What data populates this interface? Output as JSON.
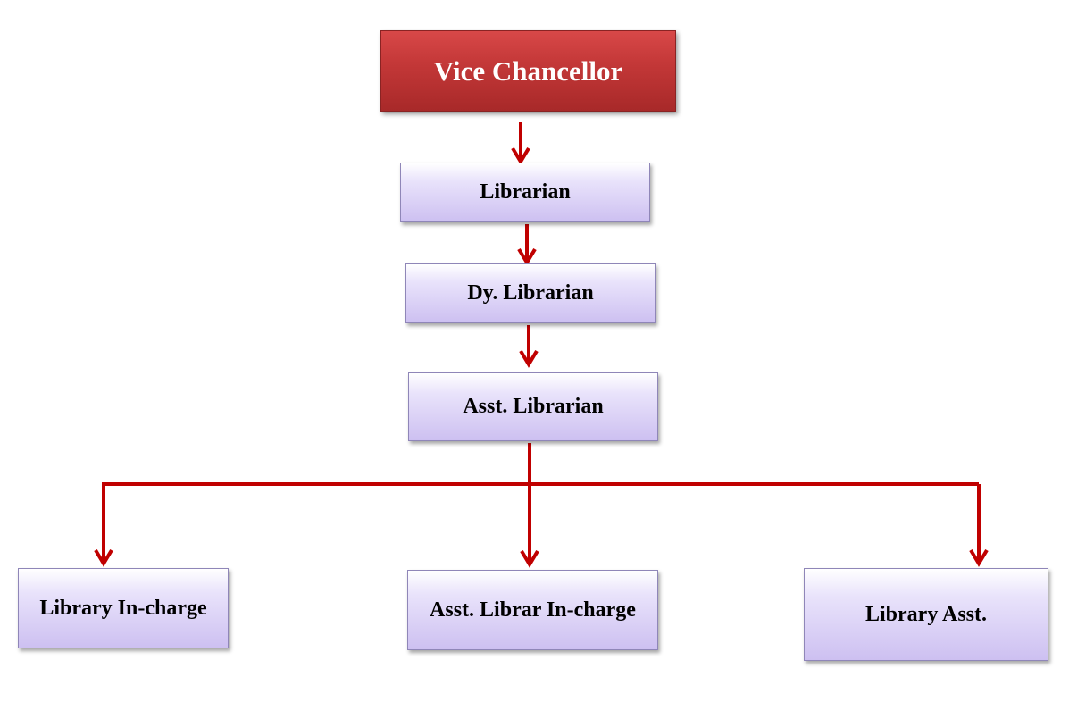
{
  "nodes": {
    "vice_chancellor": "Vice Chancellor",
    "librarian": "Librarian",
    "dy_librarian": "Dy. Librarian",
    "asst_librarian": "Asst. Librarian",
    "library_incharge": "Library In-charge",
    "asst_librar_incharge": "Asst. Librar In-charge",
    "library_asst": "Library Asst."
  },
  "colors": {
    "connector": "#c00000",
    "top_node": "#c43838",
    "node_fill": "#d6cbf3",
    "node_border": "#8f86b8"
  },
  "edges": [
    {
      "from": "Vice Chancellor",
      "to": "Librarian"
    },
    {
      "from": "Librarian",
      "to": "Dy. Librarian"
    },
    {
      "from": "Dy. Librarian",
      "to": "Asst. Librarian"
    },
    {
      "from": "Asst. Librarian",
      "to": "Library In-charge"
    },
    {
      "from": "Asst. Librarian",
      "to": "Asst. Librar In-charge"
    },
    {
      "from": "Asst. Librarian",
      "to": "Library Asst."
    }
  ]
}
